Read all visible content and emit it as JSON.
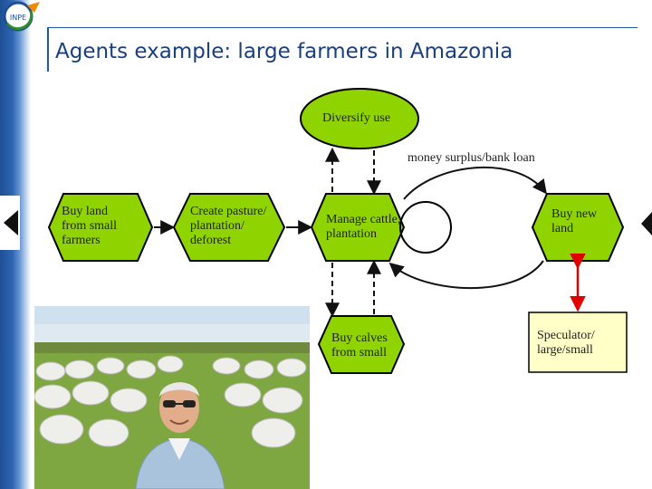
{
  "slide": {
    "title": "Agents example: large farmers in Amazonia"
  },
  "logo": {
    "text": "INPE",
    "icon": "inpe-logo-icon"
  },
  "diagram": {
    "nodes": {
      "diversify": "Diversify use",
      "buy_land": [
        "Buy land",
        "from small",
        "farmers"
      ],
      "create": [
        "Create pasture/",
        "plantation/",
        "deforest"
      ],
      "manage": [
        "Manage cattle,",
        "plantation"
      ],
      "buy_new": [
        "Buy new",
        "land"
      ],
      "buy_calves": [
        "Buy calves",
        "from small"
      ],
      "speculator": [
        "Speculator/",
        "large/small"
      ]
    },
    "edge_labels": {
      "money": "money surplus/bank loan"
    }
  },
  "colors": {
    "node_fill": "#8fd400",
    "speculator_fill": "#ffffc8",
    "title_color": "#1a3f7f",
    "accent": "#1f5aa6",
    "red_arrow": "#e00000"
  }
}
